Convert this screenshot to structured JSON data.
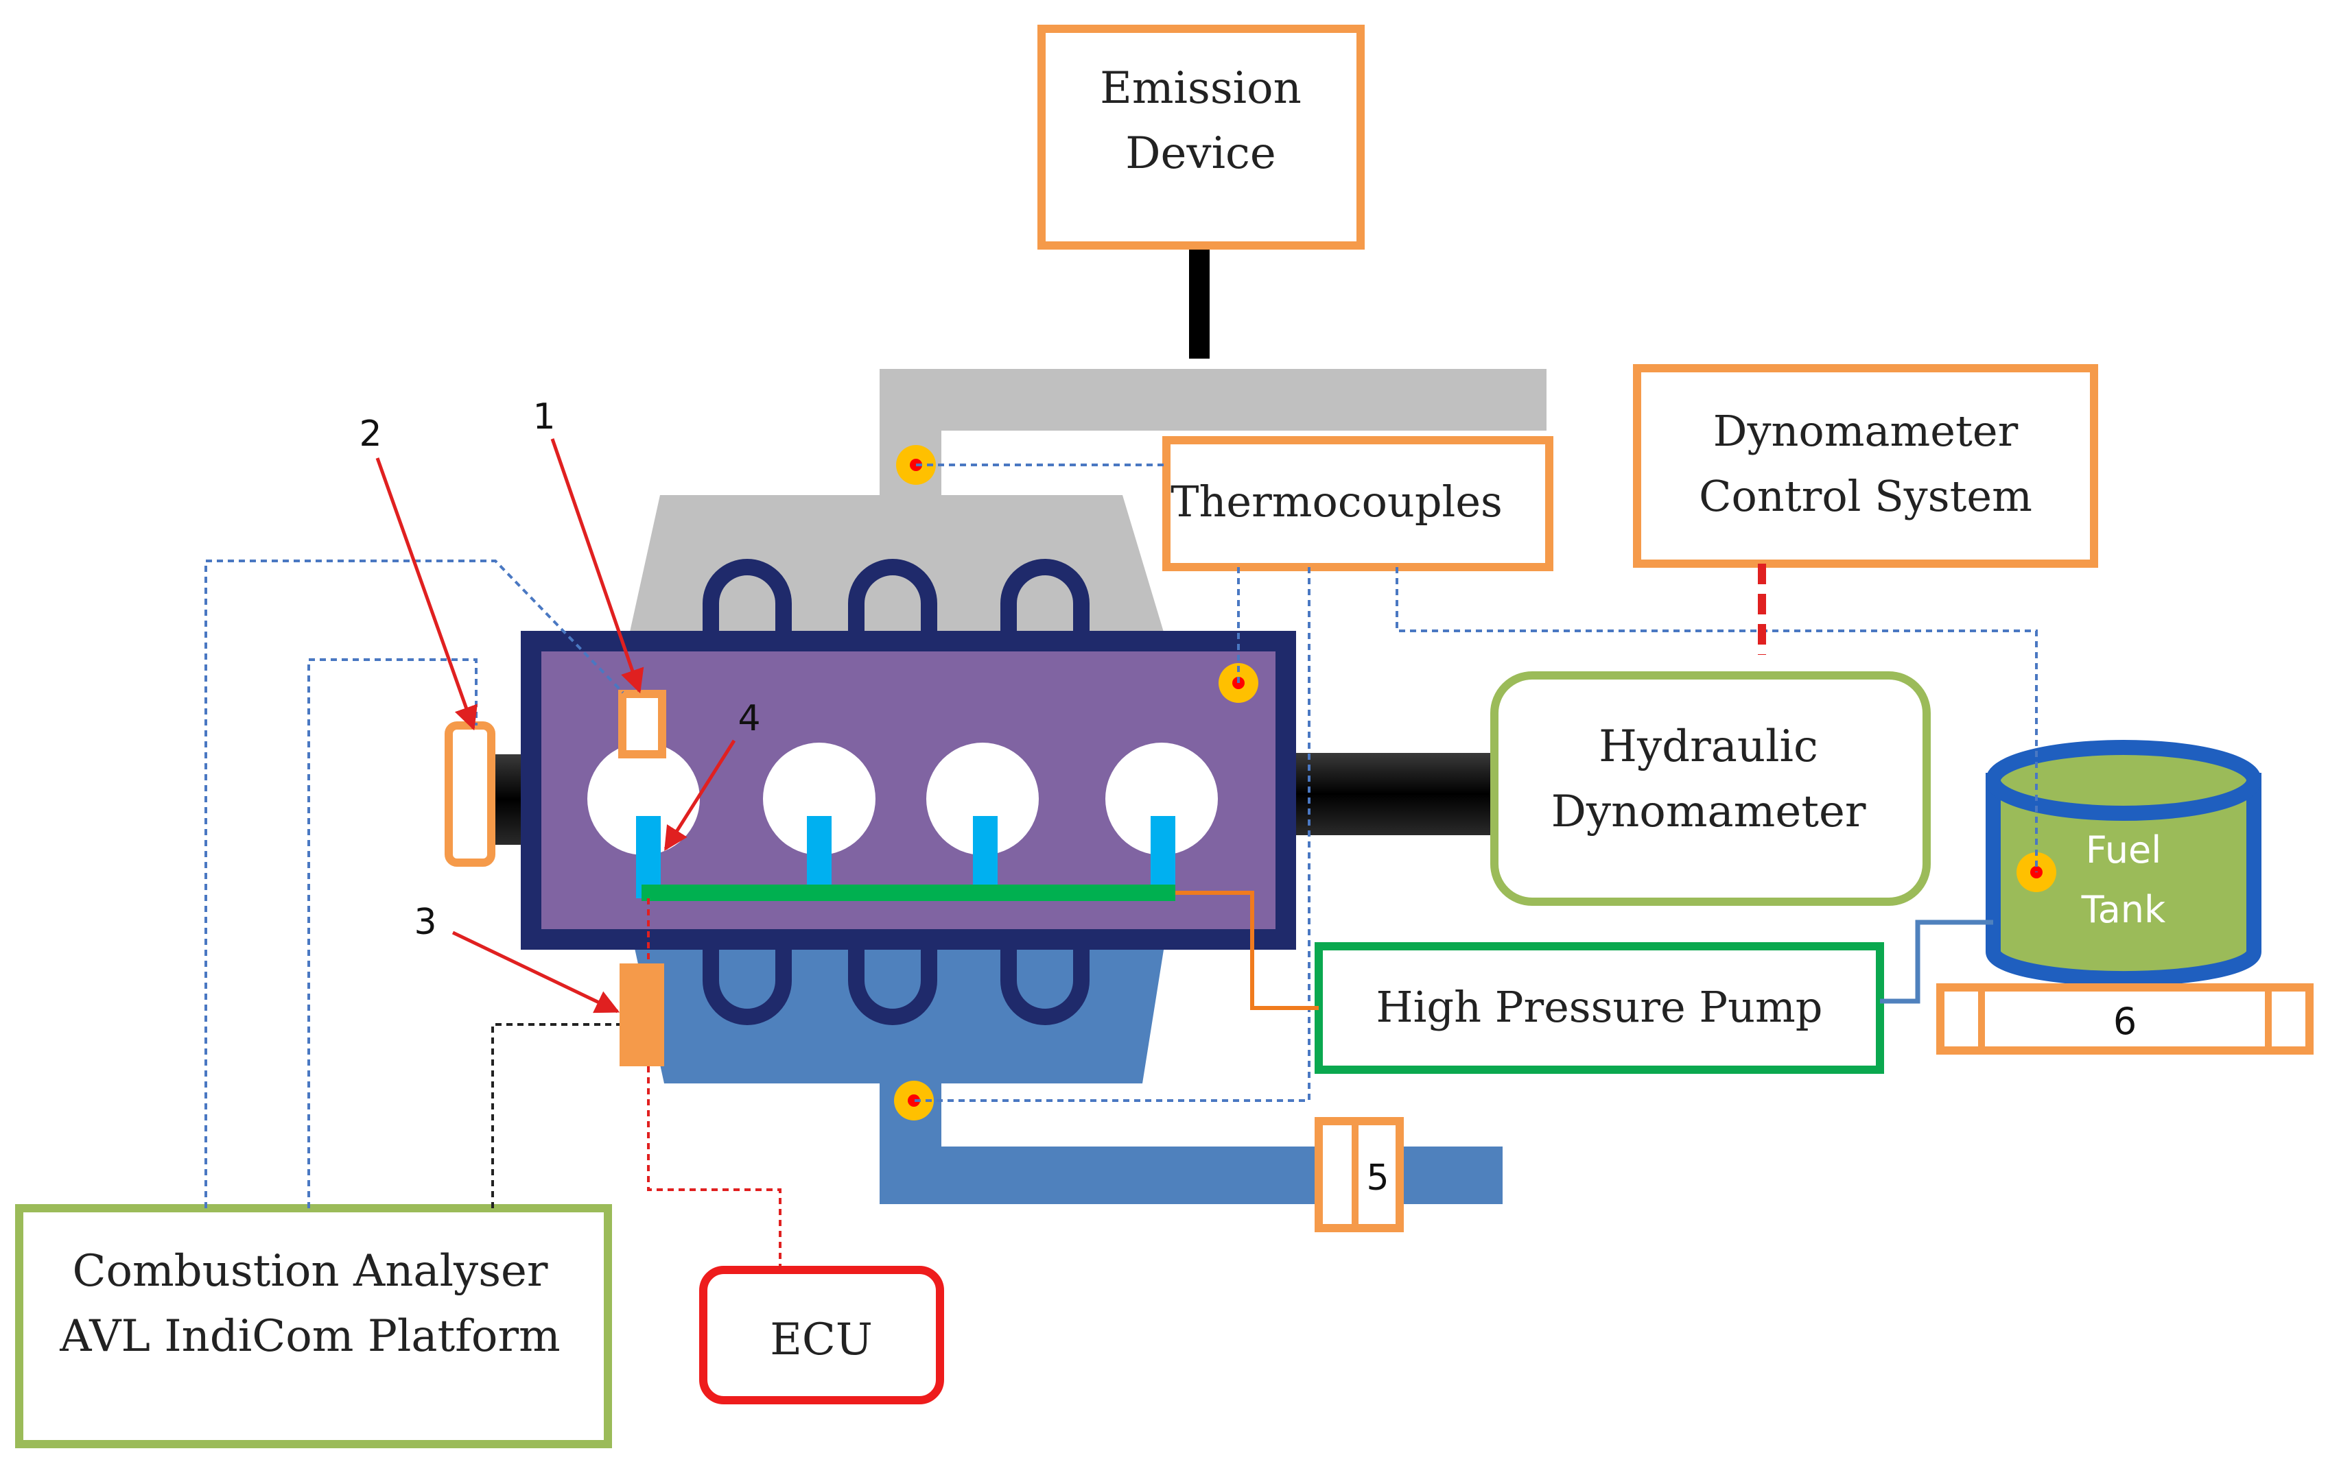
{
  "labels": {
    "emission_device": [
      "Emission",
      "Device"
    ],
    "thermocouples": "Thermocouples",
    "dyno_control": [
      "Dynomameter",
      "Control System"
    ],
    "hydraulic_dyno": [
      "Hydraulic",
      "Dynomameter"
    ],
    "fuel_tank": [
      "Fuel",
      "Tank"
    ],
    "high_pressure_pump": "High Pressure Pump",
    "combustion_analyser": [
      "Combustion Analyser",
      "AVL IndiCom Platform"
    ],
    "ecu": "ECU"
  },
  "markers": {
    "m1": "1",
    "m2": "2",
    "m3": "3",
    "m4": "4",
    "m5": "5",
    "m6": "6"
  },
  "colors": {
    "orange": "#f59a4a",
    "green_box": "#9bbb59",
    "pump_green": "#0aa84f",
    "ecu_red": "#ee1c1c",
    "engine_purple": "#8064a2",
    "engine_navy": "#1f2a6b",
    "exhaust_gray": "#c0c0c0",
    "intake_blue": "#4f81bd",
    "injector_cyan": "#00b0f0",
    "rail_green": "#00b050",
    "thermocouple_yellow": "#ffc000",
    "thermocouple_red": "#ff0000"
  }
}
